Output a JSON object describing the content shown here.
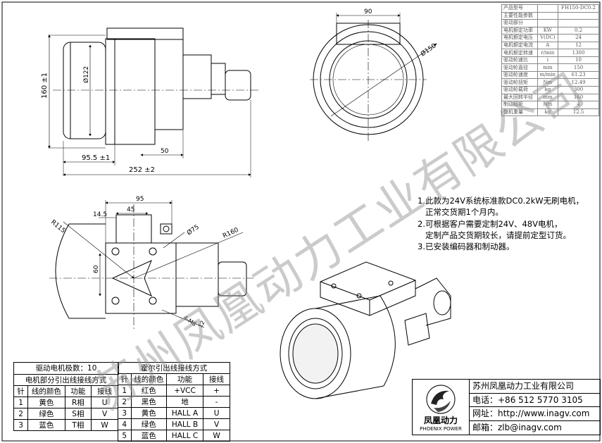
{
  "spec_table": {
    "rows": [
      {
        "name": "产品型号",
        "unit": "",
        "value": "FH150-DC0.2"
      },
      {
        "name": "主要性能参数",
        "unit": "",
        "value": ""
      },
      {
        "name": "驱动部分",
        "unit": "",
        "value": ""
      },
      {
        "name": "电机额定功率",
        "unit": "KW",
        "value": "0.2"
      },
      {
        "name": "电机额定电压",
        "unit": "V(DC)",
        "value": "24"
      },
      {
        "name": "电机额定电流",
        "unit": "A",
        "value": "12"
      },
      {
        "name": "电机额定转速",
        "unit": "r/min",
        "value": "1300"
      },
      {
        "name": "驱动轮速比",
        "unit": "i",
        "value": "10"
      },
      {
        "name": "驱动轮直径",
        "unit": "mm",
        "value": "150"
      },
      {
        "name": "驱动轮速度",
        "unit": "m/min",
        "value": "61.23"
      },
      {
        "name": "驱动轮扭矩",
        "unit": "Nm",
        "value": "12.49"
      },
      {
        "name": "驱动轮载荷",
        "unit": "kg",
        "value": "300"
      },
      {
        "name": "最大回转半径",
        "unit": "mm",
        "value": "160"
      },
      {
        "name": "制动扭矩",
        "unit": "Nm",
        "value": "4"
      },
      {
        "name": "整机重量",
        "unit": "kg",
        "value": "12.5"
      }
    ]
  },
  "notes": [
    "1.此款为24V系统标准款DC0.2kW无刷电机，",
    "正常交货期1个月内。",
    "2.可根据客户需要定制24V、48V电机，",
    "定制产品交货期较长，请提前定型订货。",
    "3.已安装编码器和制动器。"
  ],
  "dimensions": {
    "d122": "Ø122",
    "h160": "160 ±1",
    "w95_5": "95.5 ±1",
    "w50": "50",
    "w252": "252 ±2",
    "w90": "90",
    "d150": "Ø150",
    "w95": "95",
    "w45": "45",
    "w14_5": "14.5",
    "r115": "R115",
    "r160": "R160",
    "d75": "Ø75",
    "h60": "60",
    "m8": "4-M8",
    "m8depth": "12"
  },
  "wiring": {
    "pole_label": "驱动电机极数：10",
    "motor_title": "电机部分引出线接线方式",
    "motor_headers": [
      "针",
      "线的颜色",
      "功能",
      "接线"
    ],
    "motor_rows": [
      [
        "1",
        "黄色",
        "R相",
        "U"
      ],
      [
        "2",
        "绿色",
        "S相",
        "V"
      ],
      [
        "3",
        "蓝色",
        "T相",
        "W"
      ]
    ],
    "hall_title": "霍尔引出线接线方式",
    "hall_headers": [
      "针",
      "线的颜色",
      "功能",
      "接线"
    ],
    "hall_rows": [
      [
        "1",
        "红色",
        "+VCC",
        "+"
      ],
      [
        "2",
        "黑色",
        "地",
        "-"
      ],
      [
        "3",
        "黄色",
        "HALL A",
        "U"
      ],
      [
        "4",
        "绿色",
        "HALL B",
        "V"
      ],
      [
        "5",
        "蓝色",
        "HALL C",
        "W"
      ]
    ]
  },
  "company": {
    "name": "苏州凤凰动力工业有限公司",
    "phone": "电话：+86 512 5770 3105",
    "web": "网址：http://www.inagv.com",
    "email": "邮箱：zlb@inagv.com",
    "logo_cn": "凤凰动力",
    "logo_en": "PHOENIX POWER"
  },
  "watermark": "苏州凤凰动力工业有限公司"
}
